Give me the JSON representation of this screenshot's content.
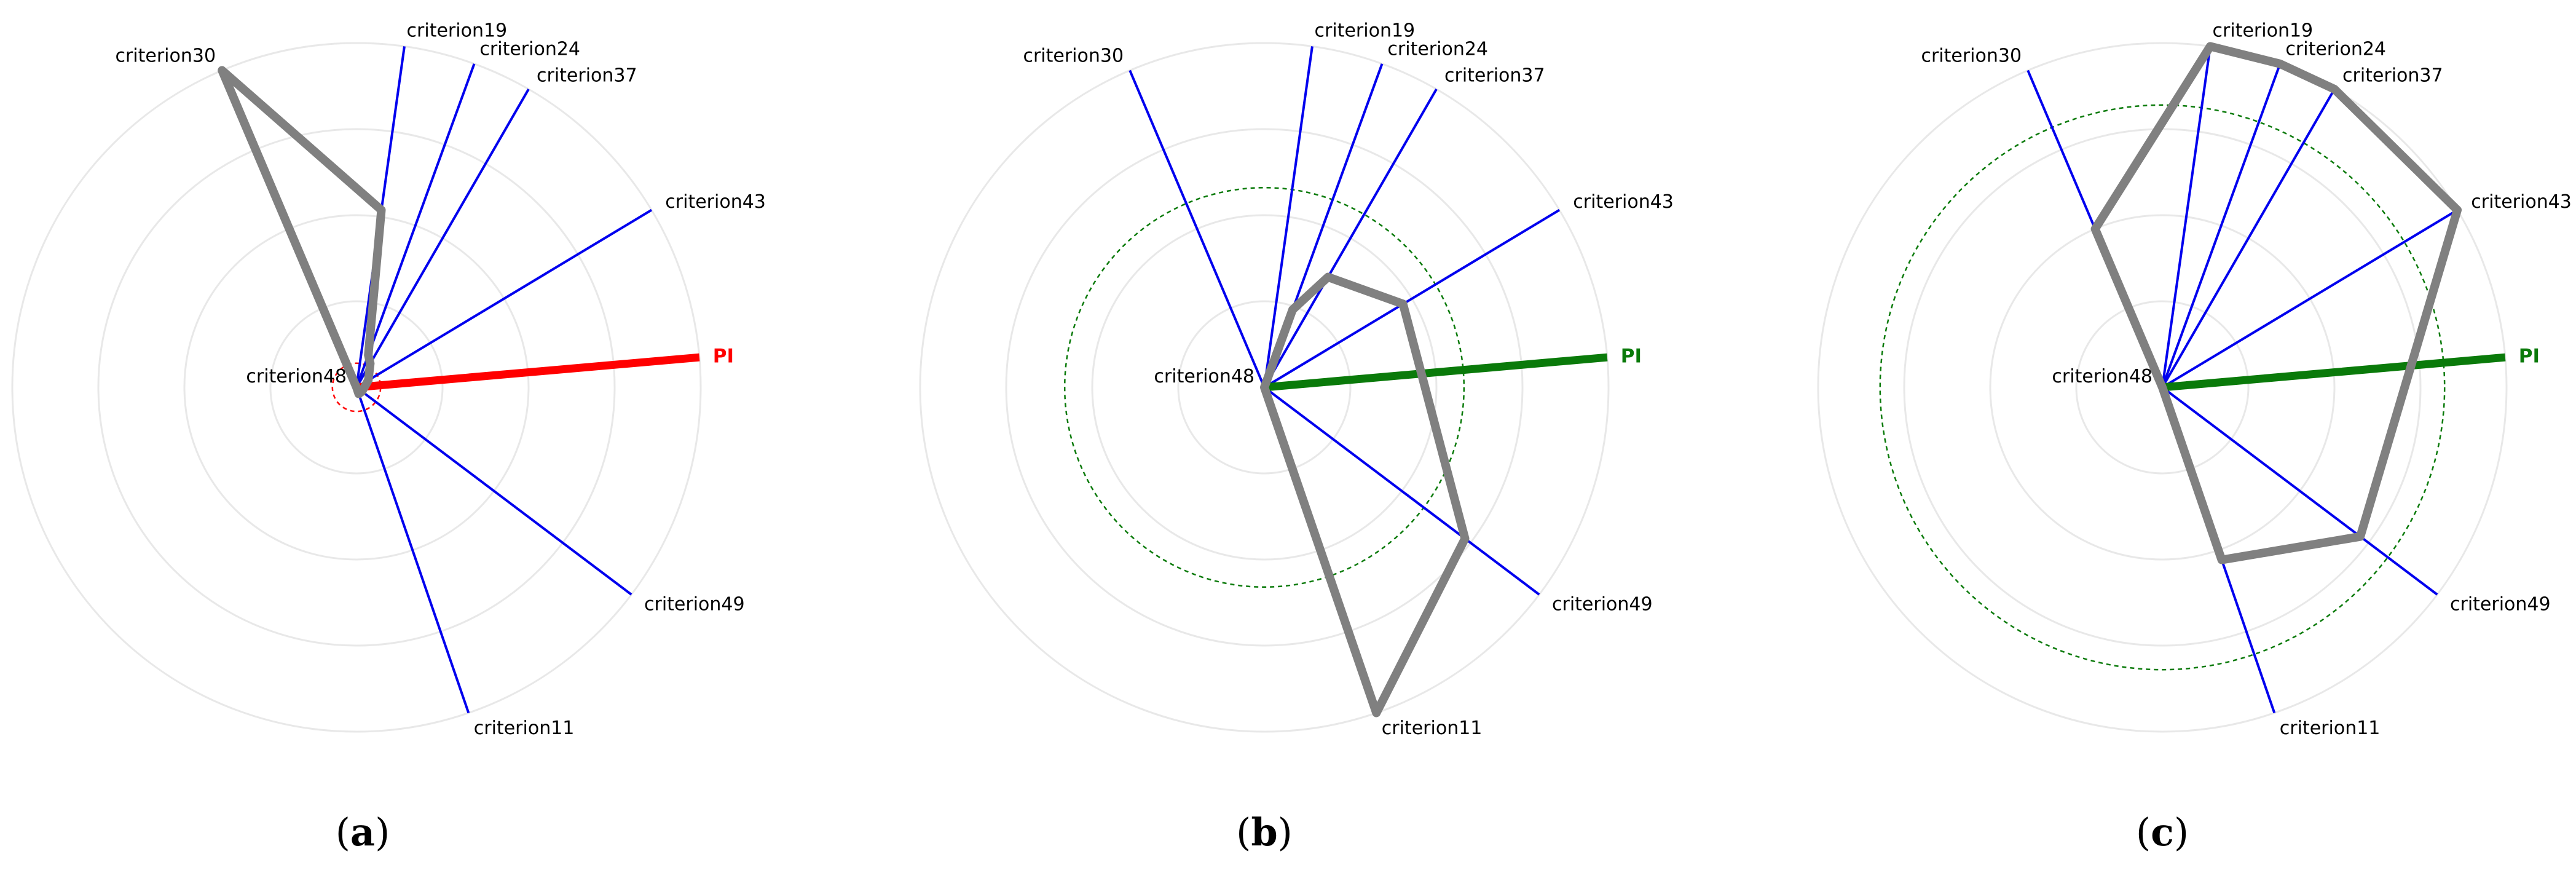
{
  "chart_data": [
    {
      "type": "radar",
      "panel_label": "a",
      "pi_label": "PI",
      "pi_color": "#ff0000",
      "threshold_circle": "visible",
      "threshold_level": 0.07,
      "threshold_color": "#ff0000",
      "axes": [
        {
          "name": "criterion30",
          "angle": 113,
          "value": 1.0
        },
        {
          "name": "criterion19",
          "angle": 82,
          "value": 0.52
        },
        {
          "name": "criterion24",
          "angle": 70,
          "value": 0.1
        },
        {
          "name": "criterion37",
          "angle": 60,
          "value": 0.08
        },
        {
          "name": "criterion43",
          "angle": 31,
          "value": 0.04
        },
        {
          "name": "criterion49",
          "angle": -37,
          "value": 0.02
        },
        {
          "name": "criterion11",
          "angle": -71,
          "value": 0.02
        }
      ],
      "pi_angle": 5,
      "pi_value": 1.0,
      "center_label": "criterion48",
      "grid_rings": 4
    },
    {
      "type": "radar",
      "panel_label": "b",
      "pi_label": "PI",
      "pi_color": "#0a7a0a",
      "threshold_circle": "visible",
      "threshold_level": 0.58,
      "threshold_color": "#0a7a0a",
      "axes": [
        {
          "name": "criterion30",
          "angle": 113,
          "value": 0.0
        },
        {
          "name": "criterion19",
          "angle": 82,
          "value": 0.0
        },
        {
          "name": "criterion24",
          "angle": 70,
          "value": 0.24
        },
        {
          "name": "criterion37",
          "angle": 60,
          "value": 0.37
        },
        {
          "name": "criterion43",
          "angle": 31,
          "value": 0.47
        },
        {
          "name": "criterion49",
          "angle": -37,
          "value": 0.73
        },
        {
          "name": "criterion11",
          "angle": -71,
          "value": 1.0
        }
      ],
      "pi_angle": 5,
      "pi_value": 1.0,
      "center_label": "criterion48",
      "grid_rings": 4
    },
    {
      "type": "radar",
      "panel_label": "c",
      "pi_label": "PI",
      "pi_color": "#0a7a0a",
      "threshold_circle": "visible",
      "threshold_level": 0.82,
      "threshold_color": "#0a7a0a",
      "axes": [
        {
          "name": "criterion30",
          "angle": 113,
          "value": 0.5
        },
        {
          "name": "criterion19",
          "angle": 82,
          "value": 1.0
        },
        {
          "name": "criterion24",
          "angle": 70,
          "value": 1.0
        },
        {
          "name": "criterion37",
          "angle": 60,
          "value": 1.0
        },
        {
          "name": "criterion43",
          "angle": 31,
          "value": 1.0
        },
        {
          "name": "criterion49",
          "angle": -37,
          "value": 0.72
        },
        {
          "name": "criterion11",
          "angle": -71,
          "value": 0.53
        }
      ],
      "pi_angle": 5,
      "pi_value": 1.0,
      "center_label": "criterion48",
      "grid_rings": 4
    }
  ],
  "colors": {
    "axis_line": "#0000ee",
    "polygon": "#808080",
    "grid": "#e8e8e8"
  }
}
